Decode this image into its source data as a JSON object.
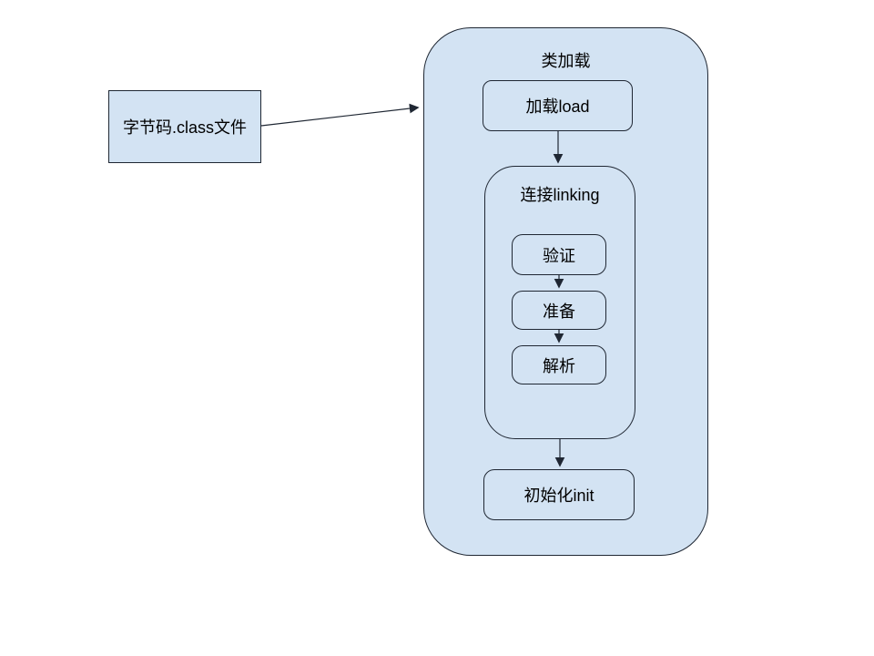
{
  "colors": {
    "node_fill": "#d3e3f3",
    "line": "#1f2733",
    "background": "#ffffff",
    "text": "#000000"
  },
  "nodes": {
    "bytecode": {
      "label": "字节码.class文件"
    },
    "class_loading": {
      "title": "类加载"
    },
    "load": {
      "label": "加载load"
    },
    "linking": {
      "title": "连接linking",
      "steps": [
        "验证",
        "准备",
        "解析"
      ]
    },
    "init": {
      "label": "初始化init"
    }
  }
}
